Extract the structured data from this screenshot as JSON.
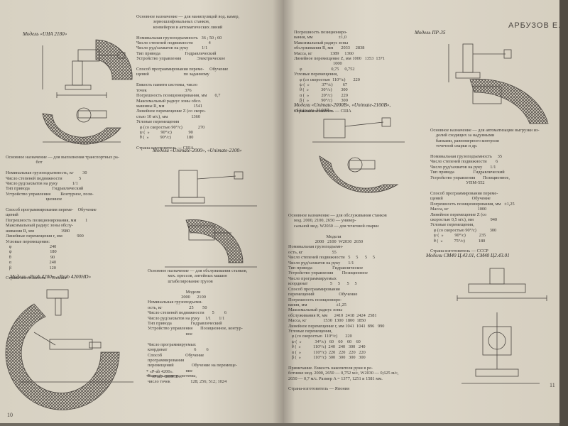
{
  "header": {
    "title": "АРБУЗОВ Е. П."
  },
  "page_numbers": {
    "left": "10",
    "right": "11"
  },
  "left_page": {
    "model_1": {
      "title": "Модель «UHA 2180»"
    },
    "block_1": {
      "text": "Основное назначение — для манипуляций вод. камер,\n               зерношлифовальных станков,\n               конвейеров и автоматических линий\n\nНоминальная грузоподъемность   36 ; 50 ; 60\nЧисло степеней подвижности              4\nЧисло руд/захватов на руку            1/1\nТип привода                      Гидравлический\nУстройство управления              Электрическое\n\nСпособ программирования переме-     Обучение\nщений                               по заданному\n\nЕмкость памяти системы, число\nточек                                  376\nПогрешность позиционирования, мм       0,7\nМаксимальный радиус зоны обсл.\nмашины R, мм                          1541\nЛинейное перемещение Z (со скоро-\nстью 10 м/с), мм                     1360\nУгловые перемещения\n   φ (со скоростью 90°/с)              270\n   ψ (  »          90°/с)               90\n   θ (  »          90°/с)              180\n\nСтрана-изготовитель — США"
    },
    "model_2": {
      "title": "Модели «Unimate-2000», «Unimate-2100»"
    },
    "block_2": {
      "text": "Основное назначение — для выполнения транспортных ра-\n                           бот\n\nНоминальная грузоподъемность, кг        30\nЧисло степеней подвижности               5\nЧисло руд/захватов на руку             1/1\nТип привода                    Гидравлический\nУстройство управления         Контурное, пози-\n                                    ционное\n\nСпособ программирования переме-    Обучение\nщений\nПогрешность позиционирования, мм        1\nМаксимальный радиус зоны обслу-\nживания R, мм                        1980\nЛинейные перемещения r, мм             900\nУгловые перемещения:\n   φ                                  240\n   ψ                                  180\n   θ                                   90\n   α                                  240\n   β                                  120\n\nСтрана-изготовитель — Италия"
    },
    "block_3": {
      "text": "Основное назначение — для обслуживания станков,\n                  мех. прессов, литейных машин\n                  штабелирование грузов\n\n                                  Модели\n                              2000      2100\nНоминальная грузоподъемн-\nость, кг                        25        50\nЧисло степеней подвижности       5         6\nЧисло руд/захватов на руку     1/1       1/1\nТип привода                 Гидравлический\nУстройство управления       Позиционное, контур-\n                                  ное\n\nЧисло программируемых\nкоординат                        6         6\nСпособ                     Обучение\nпрограммирования\nперемещений                Обучение на перемеще-\n                                  ние\nЕмкость памяти системы,\nчисло точек                  128; 256; 512; 1024"
    },
    "model_3": {
      "title": "Модели «Prab 4200», «Prab 4200HD»"
    },
    "footnotes": {
      "text": "* «Р-ab 4200».\n** «Prab 4200HD»."
    }
  },
  "right_page": {
    "block_4": {
      "text": "Погрешность позициониро-\nвания, мм                       ±1,0\nМаксимальный радиус зоны\nобслуживания R, мм       2033     2838\nМасса, кг                1389     1360\nЛинейное перемещение Z, мм 1000   1353  1371\n                                   1000\n     φ                          0,75     0,752\nУгловые перемещения,\n     φ (со скоростью  110°/с)       220\n     ψ (  »           37°/с)         67\n     θ (  »           30°/с)        300\n     α (  »           20°/с)        220\n     β (  »           90°/с)        300\n\nСтрана-изготовитель — США"
    },
    "model_4": {
      "title": "Модели «Unimate-2000B», «Unimate-2100B»,\n«Unimate-2100R»"
    },
    "block_5": {
      "text": "Основное назначение — для обслуживания станков\n     мод. 2000, 2100, 2650 — универ-\n     сальной мод. W2030 — для точечной сварки\n\n                                  Модели\n                        2000   2100  W2030  2650\nНоминальная грузоподъемн-\nость, кг                          55\nЧисло степеней подвижности   5     5      5     5\nЧисло руд/захватов на руку       1/1\nТип привода                  Гидравлическое\nУстройство управления        Позиционное\nЧисло программируемых\nкоординат                    5     5      5     5\nСпособ программирования\nперемещений                      Обучение\nПогрешность позициониро-\nвания, мм                          ±1,25\nМаксимальный радиус зоны\nобслуживания R, мм      2410  2418  2424  2581\nМасса, кг               1530  1300  1800  1850\nЛинейное перемещение r, мм 1041  1041  896   990\nУгловые перемещения,\n   φ (со скоростью  110°/с)       220\n   ψ (  »            34°/с)   60    60    60    60\n   θ (  »           110°/с)  240   240   300   240\n   α (  »           110°/с)  220   220   220   220\n   β (  »           110°/с)  300   300   300   300\n\nПримечание. Емкость накопителя руки в ре-\nботнике мод. 2000, 2650 — 0,752 м/с, W2030 — 0,625 м/с,\n2650 — 0,7 м/с. Размер A = 1377, 1251 и 1581 мм.\n\nСтрана-изготовитель — Япония"
    },
    "model_5": {
      "title": "Модель ПР-35"
    },
    "block_6": {
      "text": "Основное назначение — для автоматизации выгрузки из-\n     делий сходящих за надувными\n     банками, равномерного контроля\n     точечной сварки и др.\n\nНоминальная грузоподъемность     35\nЧисло степеней подвижности        6\nЧисло руд/захватов на руку       1/1\nТип привода                 Гидравлический\nУстройство управления       Позиционное,\n                                УПМ-552\n\nСпособ программирования переме-\nщений                          Обучение\nПогрешность позиционирования, мм   ±1,25\nМасса, кг                          1000\nЛинейное перемещение Z (со\nскоростью 0,5 м/с), мм               940\nУгловые перемещения,\n   φ (со скоростью 90°/с)            300\n   ψ (  »          90°/с)            235\n   θ (  »          75°/с)            180\n\nСтрана-изготовитель — СССР"
    },
    "model_6": {
      "title": "Модели СМ40 Ц.43.01, СМ40 Ц2.43.01"
    }
  }
}
